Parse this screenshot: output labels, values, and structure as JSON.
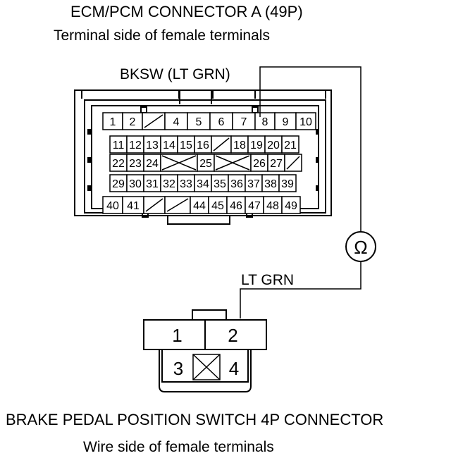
{
  "header": {
    "title": "ECM/PCM CONNECTOR A (49P)",
    "subtitle": "Terminal side of female terminals"
  },
  "wire": {
    "label_top": "BKSW (LT GRN)",
    "label_bottom": "LT GRN"
  },
  "meter": {
    "symbol": "Ω"
  },
  "ecm_connector": {
    "rows": [
      [
        "1",
        "2",
        "/",
        "4",
        "5",
        "6",
        "7",
        "8",
        "9",
        "10"
      ],
      [
        "11",
        "12",
        "13",
        "14",
        "15",
        "16",
        "/",
        "18",
        "19",
        "20",
        "21"
      ],
      [
        "22",
        "23",
        "24",
        "X",
        "25",
        "X",
        "26",
        "27",
        "/"
      ],
      [
        "29",
        "30",
        "31",
        "32",
        "33",
        "34",
        "35",
        "36",
        "37",
        "38",
        "39"
      ],
      [
        "40",
        "41",
        "/",
        "/",
        "44",
        "45",
        "46",
        "47",
        "48",
        "49"
      ]
    ]
  },
  "switch_connector": {
    "terminals": [
      "1",
      "2",
      "3",
      "X",
      "4"
    ]
  },
  "footer": {
    "title": "BRAKE PEDAL POSITION SWITCH 4P CONNECTOR",
    "subtitle": "Wire side of female terminals"
  }
}
